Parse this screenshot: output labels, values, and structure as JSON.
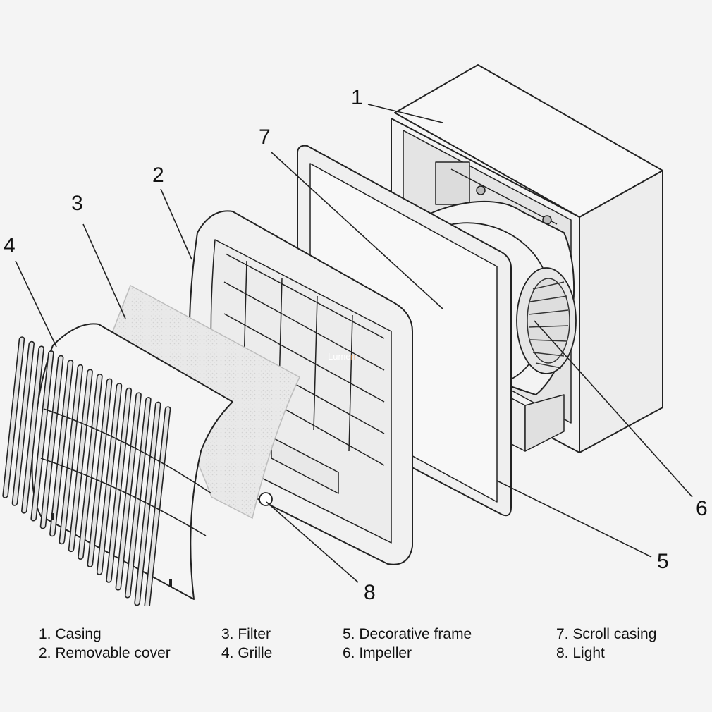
{
  "diagram": {
    "title": "Exploded view of ventilation unit",
    "watermark": {
      "prefix": "Lume",
      "accent": "n"
    },
    "callouts": [
      {
        "id": "c1",
        "number": "1"
      },
      {
        "id": "c2",
        "number": "2"
      },
      {
        "id": "c3",
        "number": "3"
      },
      {
        "id": "c4",
        "number": "4"
      },
      {
        "id": "c5",
        "number": "5"
      },
      {
        "id": "c6",
        "number": "6"
      },
      {
        "id": "c7",
        "number": "7"
      },
      {
        "id": "c8",
        "number": "8"
      }
    ]
  },
  "legend": {
    "col1": [
      "1. Casing",
      "2. Removable cover"
    ],
    "col2": [
      "3. Filter",
      "4. Grille"
    ],
    "col3": [
      "5. Decorative frame",
      "6. Impeller"
    ],
    "col4": [
      "7. Scroll casing",
      "8. Light"
    ]
  }
}
